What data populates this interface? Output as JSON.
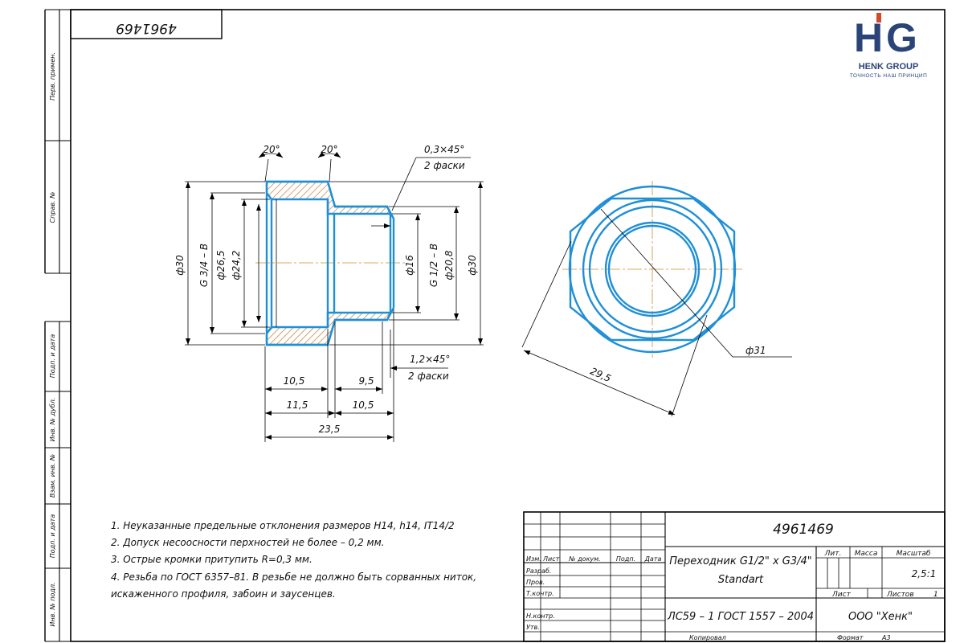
{
  "drawing_number": "4961469",
  "logo": {
    "letters_h": "H",
    "letters_g": "G",
    "name": "HENK GROUP",
    "tagline": "ТОЧНОСТЬ НАШ ПРИНЦИП",
    "color": "#2a4478",
    "accent": "#d24a2a"
  },
  "side_labels": [
    "Перв. примен.",
    "Справ. №",
    "Подп. и дата",
    "Инв. № дубл.",
    "Взам. инв. №",
    "Подп. и дата",
    "Инв. № подл."
  ],
  "dimensions": {
    "angle_left": "20°",
    "angle_right": "20°",
    "chamfer_top": "0,3×45°",
    "chamfer_top_note": "2 фаски",
    "chamfer_bottom": "1,2×45°",
    "chamfer_bottom_note": "2 фаски",
    "d30_left": "ф30",
    "thread_left": "G 3/4 – B",
    "d26_5": "ф26,5",
    "d24_2": "ф24,2",
    "d16": "ф16",
    "thread_right": "G 1/2 – B",
    "d20_8": "ф20,8",
    "d30_right": "ф30",
    "l10_5_a": "10,5",
    "l9_5": "9,5",
    "l11_5": "11,5",
    "l10_5_b": "10,5",
    "l23_5": "23,5",
    "hex_across": "29,5",
    "hex_diameter": "ф31"
  },
  "notes": [
    "1. Неуказанные предельные отклонения размеров H14, h14, IT14/2",
    "2. Допуск несоосности перхностей не более – 0,2 мм.",
    "3. Острые кромки притупить R=0,3 мм.",
    "4. Резьба по ГОСТ 6357–81. В резьбе не должно быть сорванных ниток,",
    "искаженного профиля, забоин и заусенцев."
  ],
  "title_block": {
    "number": "4961469",
    "col_headers": [
      "Изм.",
      "Лист",
      "№ докум.",
      "Подп.",
      "Дата"
    ],
    "row_labels": [
      "Разраб.",
      "Пров.",
      "Т.контр.",
      "Н.контр.",
      "Утв."
    ],
    "name_line1": "Переходник G1/2\" x G3/4\"",
    "name_line2": "Standart",
    "lit": "Лит.",
    "mass": "Масса",
    "scale_label": "Масштаб",
    "scale": "2,5:1",
    "sheet": "Лист",
    "sheets": "Листов",
    "sheets_count": "1",
    "material": "ЛС59 – 1 ГОСТ 1557 – 2004",
    "company": "ООО \"Хенк\"",
    "copied": "Копировал",
    "format_label": "Формат",
    "format": "А3"
  }
}
